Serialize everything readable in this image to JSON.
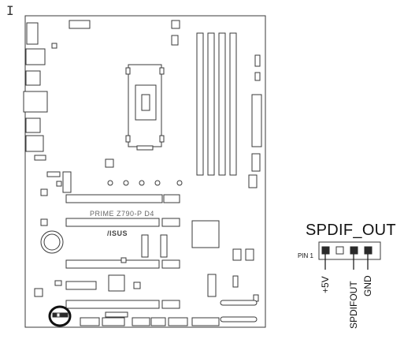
{
  "cursor": {
    "glyph": "I",
    "icon": "text-cursor-icon"
  },
  "board": {
    "model_label": "PRIME Z790-P D4",
    "logo_text": "/ISUS"
  },
  "header": {
    "title": "SPDIF_OUT",
    "pin1_label": "PIN 1",
    "pins": [
      {
        "label": "+5V",
        "fill": "#2a2a2a"
      },
      {
        "label": "",
        "fill": "#ffffff"
      },
      {
        "label": "SPDIFOUT",
        "fill": "#2a2a2a"
      },
      {
        "label": "GND",
        "fill": "#2a2a2a"
      }
    ]
  }
}
